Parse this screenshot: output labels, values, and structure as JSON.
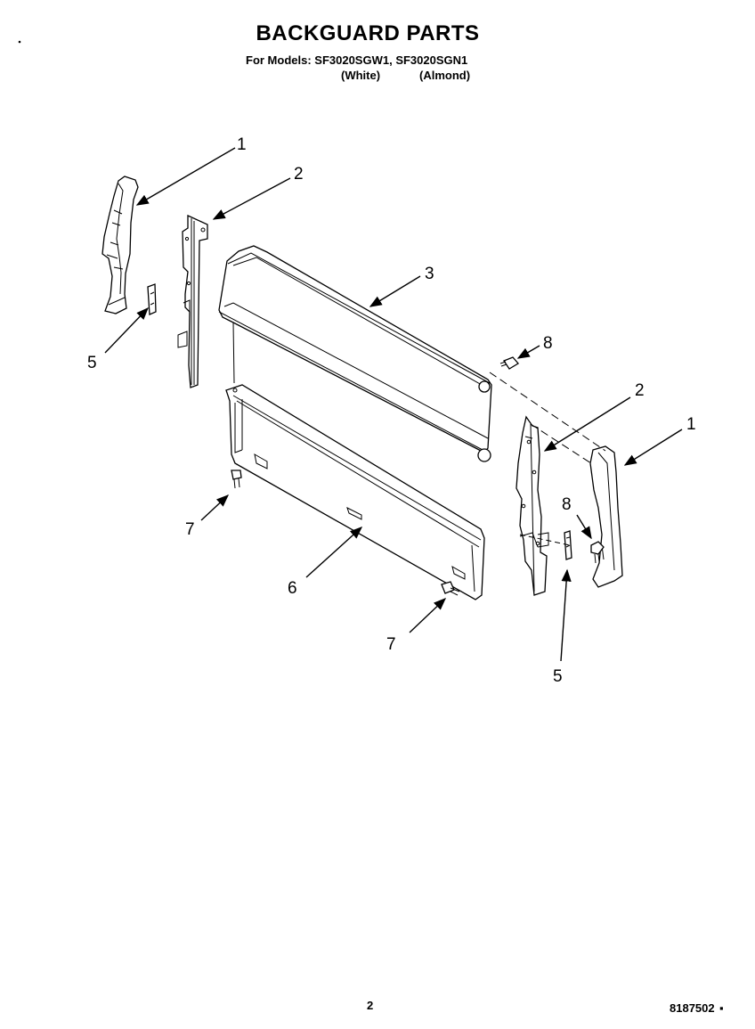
{
  "header": {
    "title": "BACKGUARD PARTS",
    "models_line": "For Models: SF3020SGW1, SF3020SGN1",
    "variant_white": "(White)",
    "variant_almond": "(Almond)"
  },
  "callouts": [
    "1",
    "2",
    "5",
    "3",
    "8",
    "2",
    "1",
    "7",
    "8",
    "6",
    "7",
    "5"
  ],
  "footer": {
    "page_number": "2",
    "document_number": "8187502"
  }
}
